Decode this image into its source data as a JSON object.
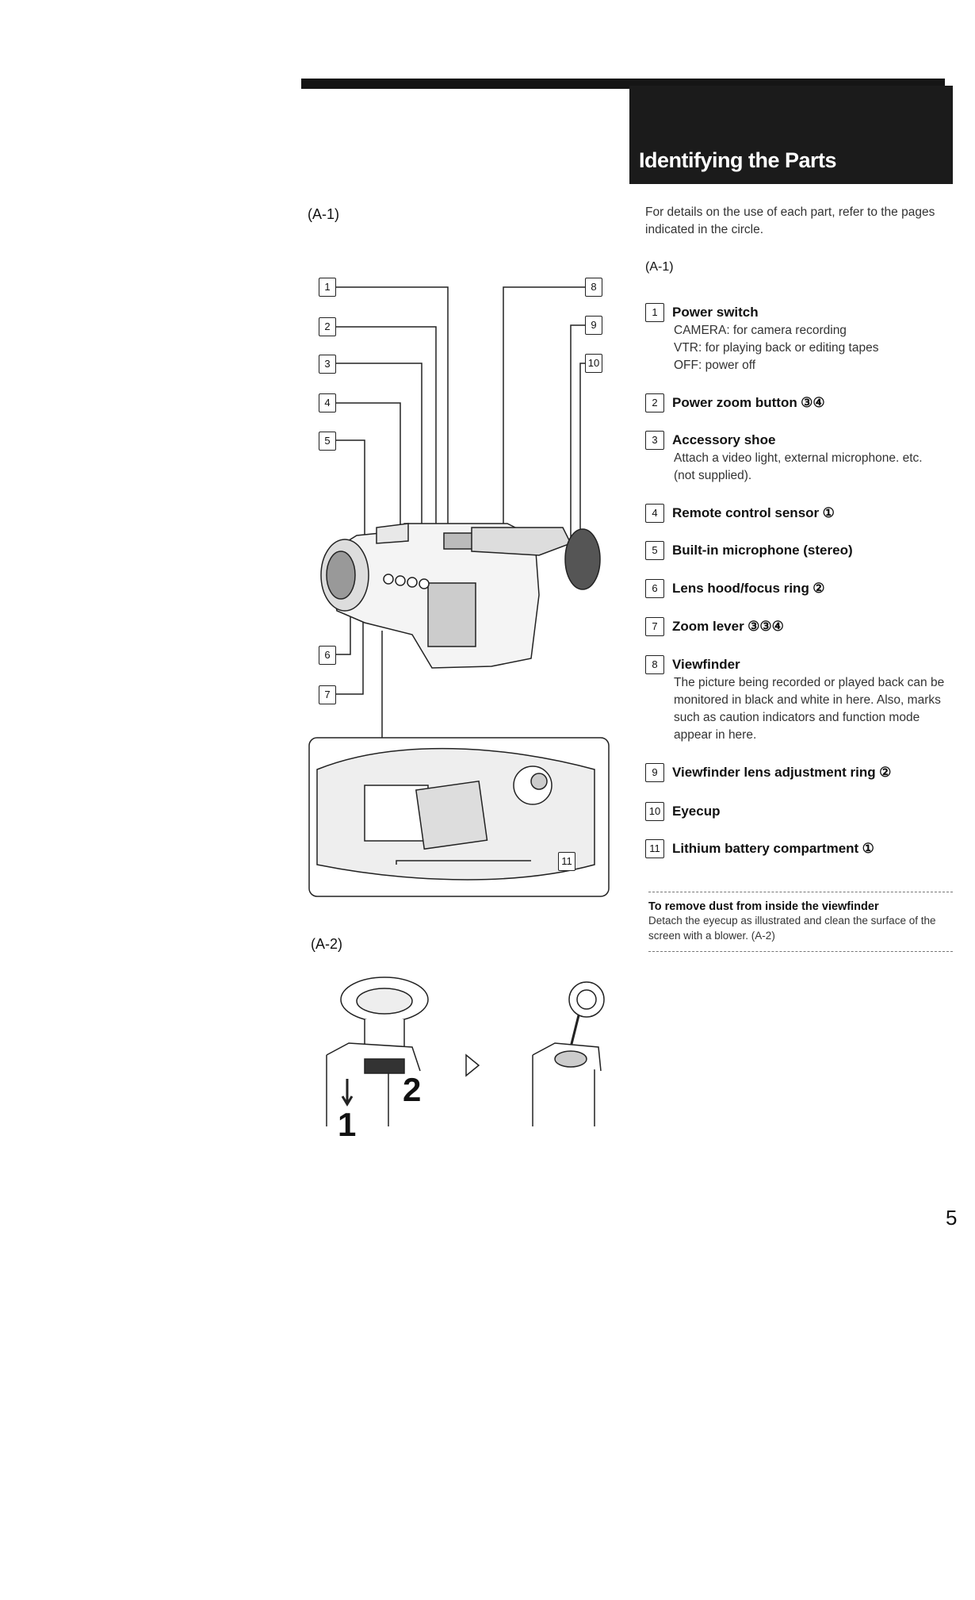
{
  "header": {
    "title": "Identifying the Parts"
  },
  "figures": {
    "a1_label": "(A-1)",
    "a2_label": "(A-2)",
    "step1": "1",
    "step2": "2"
  },
  "intro": {
    "text": "For details on the use of each part, refer to the pages indicated in the circle.",
    "sub_label": "(A-1)"
  },
  "parts": [
    {
      "num": "1",
      "title": "Power switch",
      "desc": [
        "CAMERA: for camera recording",
        "VTR: for playing back or editing tapes",
        "OFF: power off"
      ]
    },
    {
      "num": "2",
      "title": "Power zoom button",
      "circles": "③④",
      "desc": []
    },
    {
      "num": "3",
      "title": "Accessory shoe",
      "desc": [
        "Attach a video light, external microphone. etc. (not supplied)."
      ]
    },
    {
      "num": "4",
      "title": "Remote control sensor",
      "circles": "①",
      "desc": []
    },
    {
      "num": "5",
      "title": "Built-in microphone (stereo)",
      "desc": []
    },
    {
      "num": "6",
      "title": "Lens hood/focus ring",
      "circles": "②",
      "desc": []
    },
    {
      "num": "7",
      "title": "Zoom lever",
      "circles": "③③④",
      "desc": []
    },
    {
      "num": "8",
      "title": "Viewfinder",
      "desc": [
        "The picture being recorded or played back can be monitored in black and white in here. Also, marks such as caution indicators and function mode appear in here."
      ]
    },
    {
      "num": "9",
      "title": "Viewfinder lens adjustment ring",
      "circles": "②",
      "desc": []
    },
    {
      "num": "10",
      "title": "Eyecup",
      "desc": []
    },
    {
      "num": "11",
      "title": "Lithium battery compartment",
      "circles": "①",
      "desc": []
    }
  ],
  "note": {
    "title": "To remove dust from inside the viewfinder",
    "desc": "Detach the eyecup as illustrated and clean the surface of the screen with a blower. (A-2)"
  },
  "page_number": "5",
  "diagram_labels": [
    "1",
    "2",
    "3",
    "4",
    "5",
    "6",
    "7",
    "8",
    "9",
    "10",
    "11"
  ]
}
